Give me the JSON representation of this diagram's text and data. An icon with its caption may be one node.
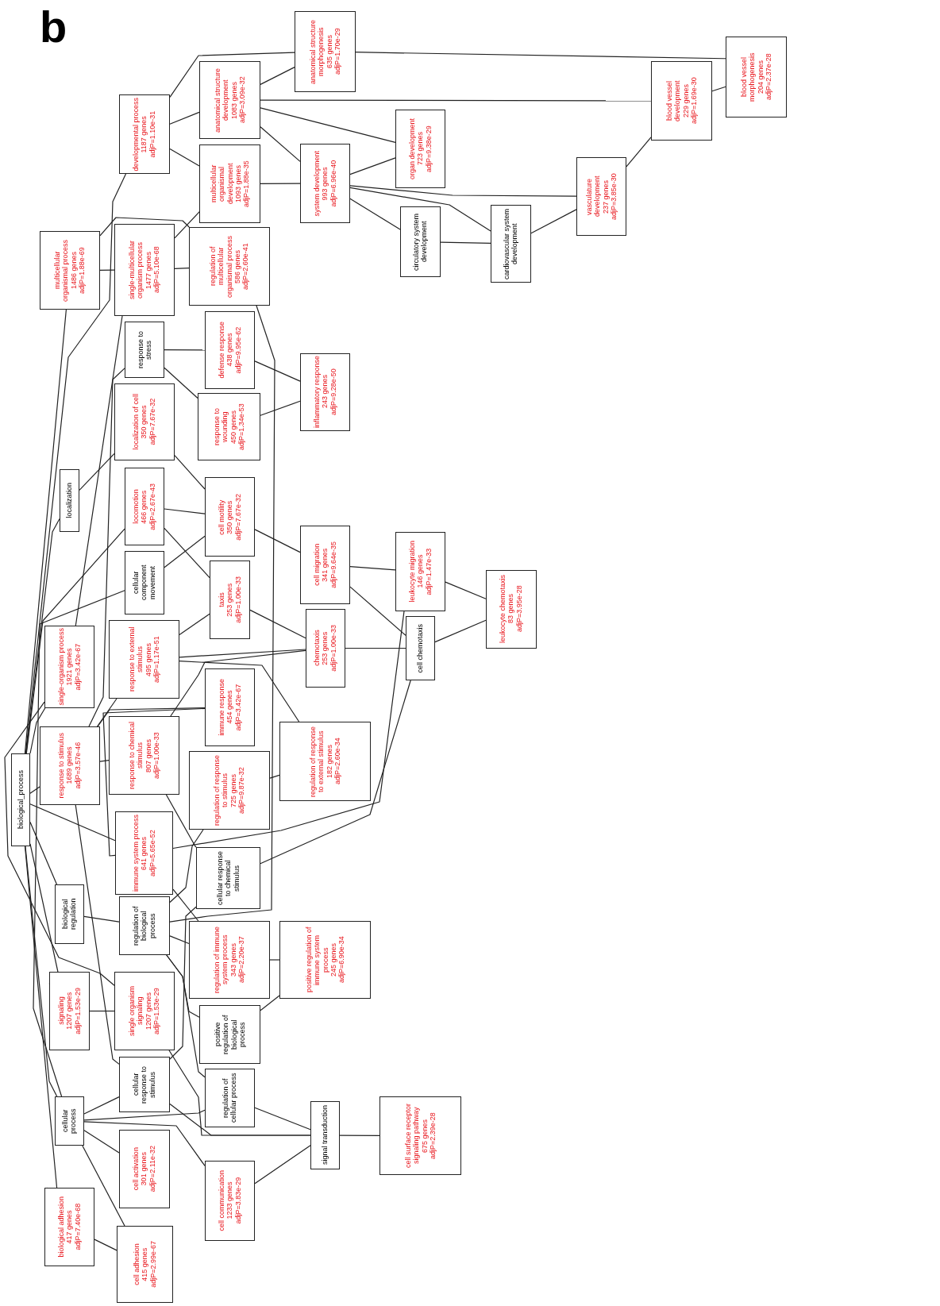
{
  "diagram": {
    "nodes": [
      {
        "text": [
          "developmental process",
          "1187 genes",
          "adjP=1.10e-31"
        ]
      },
      {
        "text": [
          "anatomical structure development",
          "1083 genes",
          "adjP=3.09e-32"
        ]
      },
      {
        "text": [
          "anatomical structure morphogenesis",
          "635 genes",
          "adjP=1.70e-29"
        ]
      },
      {
        "text": [
          "blood vessel morphogenesis",
          "204 genes",
          "adjP=2.37e-28"
        ]
      },
      {
        "text": [
          "blood vessel development",
          "229 genes",
          "adjP=1.69e-30"
        ]
      },
      {
        "text": [
          "organ development",
          "723 genes",
          "adjP=9.38e-29"
        ]
      },
      {
        "text": [
          "multicellular organismal development",
          "1093 genes",
          "adjP=1.88e-35"
        ]
      },
      {
        "text": [
          "system development",
          "993 genes",
          "adjP=6.96e-40"
        ]
      },
      {
        "text": [
          "vasculature development",
          "237 genes",
          "adjP=3.85e-30"
        ]
      },
      {
        "text": [
          "circulatory system development"
        ]
      },
      {
        "text": [
          "cardiovascular system development"
        ]
      },
      {
        "text": [
          "multicellular organismal process",
          "1486 genes",
          "adjP=1.88e-69"
        ]
      },
      {
        "text": [
          "single-multicellular organism process",
          "1477 genes",
          "adjP=5.10e-68"
        ]
      },
      {
        "text": [
          "regulation of multicellular organismal process",
          "586 genes",
          "adjP=2.60e-41"
        ]
      },
      {
        "text": [
          "response to stress"
        ]
      },
      {
        "text": [
          "defense response",
          "438 genes",
          "adjP=9.95e-62"
        ]
      },
      {
        "text": [
          "inflammatory response",
          "243 genes",
          "adjP=9.28e-50"
        ]
      },
      {
        "text": [
          "localization of cell",
          "350 genes",
          "adjP=7.67e-32"
        ]
      },
      {
        "text": [
          "response to wounding",
          "450 genes",
          "adjP=1.34e-53"
        ]
      },
      {
        "text": [
          "localization"
        ]
      },
      {
        "text": [
          "locomotion",
          "466 genes",
          "adjP=2.67e-43"
        ]
      },
      {
        "text": [
          "cell motility",
          "350 genes",
          "adjP=7.67e-32"
        ]
      },
      {
        "text": [
          "cell migration",
          "341 genes",
          "adjP=9.64e-35"
        ]
      },
      {
        "text": [
          "leukocyte migration",
          "146 genes",
          "adjP=1.47e-33"
        ]
      },
      {
        "text": [
          "cellular component movement"
        ]
      },
      {
        "text": [
          "taxis",
          "253 genes",
          "adjP=1.00e-33"
        ]
      },
      {
        "text": [
          "leukocyte chemotaxis",
          "83 genes",
          "adjP=3.95e-28"
        ]
      },
      {
        "text": [
          "chemotaxis",
          "253 genes",
          "adjP=1.00e-33"
        ]
      },
      {
        "text": [
          "cell chemotaxis"
        ]
      },
      {
        "text": [
          "single-organism process",
          "1921 genes",
          "adjP=3.42e-67"
        ]
      },
      {
        "text": [
          "response to external stimulus",
          "495 genes",
          "adjP=1.17e-51"
        ]
      },
      {
        "text": [
          "immune response",
          "454 genes",
          "adjP=3.42e-67"
        ]
      },
      {
        "text": [
          "response to stimulus",
          "1689 genes",
          "adjP=3.57e-46"
        ]
      },
      {
        "text": [
          "response to chemical stimulus",
          "807 genes",
          "adjP=1.00e-33"
        ]
      },
      {
        "text": [
          "regulation of response to external stimulus",
          "182 genes",
          "adjP=2.60e-34"
        ]
      },
      {
        "text": [
          "regulation of response to stimulus",
          "725 genes",
          "adjP=9.87e-32"
        ]
      },
      {
        "text": [
          "biological_process"
        ]
      },
      {
        "text": [
          "immune system process",
          "641 genes",
          "adjP=5.65e-52"
        ]
      },
      {
        "text": [
          "cellular response to chemical stimulus"
        ]
      },
      {
        "text": [
          "biological regulation"
        ]
      },
      {
        "text": [
          "regulation of biological process"
        ]
      },
      {
        "text": [
          "regulation of immune system process",
          "343 genes",
          "adjP=2.20e-37"
        ]
      },
      {
        "text": [
          "positive regulation of immune system process",
          "245 genes",
          "adjP=6.90e-34"
        ]
      },
      {
        "text": [
          "signaling",
          "1207 genes",
          "adjP=1.53e-29"
        ]
      },
      {
        "text": [
          "single organism signaling",
          "1207 genes",
          "adjP=1.53e-29"
        ]
      },
      {
        "text": [
          "positive regulation of biological process"
        ]
      },
      {
        "text": [
          "cellular response to stimulus"
        ]
      },
      {
        "text": [
          "cellular process"
        ]
      },
      {
        "text": [
          "regulation of cellular process"
        ]
      },
      {
        "text": [
          "signal transduction"
        ]
      },
      {
        "text": [
          "cell surface receptor signaling pathway",
          "675 genes",
          "adjP=2.39e-28"
        ]
      },
      {
        "text": [
          "cell activation",
          "301 genes",
          "adjP=2.11e-32"
        ]
      },
      {
        "text": [
          "cell communication",
          "1233 genes",
          "adjP=3.83e-29"
        ]
      },
      {
        "text": [
          "biological adhesion",
          "417 genes",
          "adjP=7.40e-68"
        ]
      },
      {
        "text": [
          "cell adhesion",
          "415 genes",
          "adjP=2.99e-67"
        ]
      }
    ],
    "edges": [
      {
        "from": 36,
        "to": 11,
        "arrow": "none"
      },
      {
        "from": 36,
        "to": 0,
        "arrow": "none"
      },
      {
        "from": 36,
        "to": 29,
        "arrow": "none"
      },
      {
        "from": 36,
        "to": 19,
        "arrow": "none"
      },
      {
        "from": 36,
        "to": 32,
        "arrow": "none"
      },
      {
        "from": 36,
        "to": 39,
        "arrow": "none"
      },
      {
        "from": 36,
        "to": 43,
        "arrow": "none"
      },
      {
        "from": 36,
        "to": 47,
        "arrow": "none"
      },
      {
        "from": 36,
        "to": 53,
        "arrow": "none"
      },
      {
        "from": 36,
        "to": 37,
        "arrow": "none"
      },
      {
        "from": 36,
        "to": 20,
        "arrow": "none"
      },
      {
        "from": 0,
        "to": 1,
        "arrow": "none"
      },
      {
        "from": 0,
        "to": 6,
        "arrow": "none"
      },
      {
        "from": 0,
        "to": 2,
        "arrow": "none"
      },
      {
        "from": 1,
        "to": 2,
        "arrow": "none"
      },
      {
        "from": 1,
        "to": 7,
        "arrow": "none"
      },
      {
        "from": 1,
        "to": 5,
        "arrow": "none"
      },
      {
        "from": 1,
        "to": 4,
        "arrow": "none"
      },
      {
        "from": 2,
        "to": 3,
        "arrow": "none"
      },
      {
        "from": 6,
        "to": 7,
        "arrow": "none"
      },
      {
        "from": 12,
        "to": 6,
        "arrow": "none"
      },
      {
        "from": 11,
        "to": 12,
        "arrow": "none"
      },
      {
        "from": 11,
        "to": 13,
        "arrow": "none"
      },
      {
        "from": 12,
        "to": 13,
        "arrow": "none"
      },
      {
        "from": 7,
        "to": 5,
        "arrow": "none"
      },
      {
        "from": 7,
        "to": 9,
        "arrow": "none"
      },
      {
        "from": 7,
        "to": 10,
        "arrow": "none"
      },
      {
        "from": 7,
        "to": 8,
        "arrow": "none"
      },
      {
        "from": 9,
        "to": 10,
        "arrow": "none"
      },
      {
        "from": 10,
        "to": 8,
        "arrow": "none"
      },
      {
        "from": 8,
        "to": 4,
        "arrow": "none"
      },
      {
        "from": 4,
        "to": 3,
        "arrow": "none"
      },
      {
        "from": 14,
        "to": 15,
        "arrow": "none"
      },
      {
        "from": 14,
        "to": 18,
        "arrow": "none"
      },
      {
        "from": 15,
        "to": 16,
        "arrow": "none"
      },
      {
        "from": 18,
        "to": 16,
        "arrow": "none"
      },
      {
        "from": 19,
        "to": 17,
        "arrow": "none"
      },
      {
        "from": 17,
        "to": 21,
        "arrow": "none"
      },
      {
        "from": 20,
        "to": 21,
        "arrow": "none"
      },
      {
        "from": 20,
        "to": 25,
        "arrow": "none"
      },
      {
        "from": 24,
        "to": 21,
        "arrow": "none"
      },
      {
        "from": 21,
        "to": 22,
        "arrow": "none"
      },
      {
        "from": 22,
        "to": 23,
        "arrow": "none"
      },
      {
        "from": 22,
        "to": 28,
        "arrow": "none"
      },
      {
        "from": 25,
        "to": 27,
        "arrow": "none"
      },
      {
        "from": 27,
        "to": 28,
        "arrow": "none"
      },
      {
        "from": 23,
        "to": 26,
        "arrow": "none"
      },
      {
        "from": 28,
        "to": 26,
        "arrow": "none"
      },
      {
        "from": 30,
        "to": 25,
        "arrow": "none"
      },
      {
        "from": 30,
        "to": 27,
        "arrow": "none"
      },
      {
        "from": 30,
        "to": 34,
        "arrow": "none"
      },
      {
        "from": 33,
        "to": 27,
        "arrow": "none"
      },
      {
        "from": 31,
        "to": 37,
        "arrow": "none"
      },
      {
        "from": 32,
        "to": 31,
        "arrow": "none"
      },
      {
        "from": 32,
        "to": 30,
        "arrow": "none"
      },
      {
        "from": 32,
        "to": 33,
        "arrow": "none"
      },
      {
        "from": 32,
        "to": 14,
        "arrow": "none"
      },
      {
        "from": 47,
        "to": 24,
        "arrow": "none"
      },
      {
        "from": 35,
        "to": 34,
        "arrow": "none"
      },
      {
        "from": 40,
        "to": 35,
        "arrow": "none"
      },
      {
        "from": 28,
        "to": 38,
        "arrow": "none"
      },
      {
        "from": 37,
        "to": 23,
        "arrow": "none"
      },
      {
        "from": 33,
        "to": 38,
        "arrow": "none"
      },
      {
        "from": 46,
        "to": 38,
        "arrow": "none"
      },
      {
        "from": 39,
        "to": 40,
        "arrow": "none"
      },
      {
        "from": 40,
        "to": 41,
        "arrow": "none"
      },
      {
        "from": 40,
        "to": 13,
        "arrow": "none"
      },
      {
        "from": 40,
        "to": 45,
        "arrow": "none"
      },
      {
        "from": 40,
        "to": 48,
        "arrow": "none"
      },
      {
        "from": 41,
        "to": 42,
        "arrow": "none"
      },
      {
        "from": 45,
        "to": 42,
        "arrow": "none"
      },
      {
        "from": 37,
        "to": 41,
        "arrow": "none"
      },
      {
        "from": 43,
        "to": 44,
        "arrow": "none"
      },
      {
        "from": 44,
        "to": 49,
        "arrow": "none"
      },
      {
        "from": 47,
        "to": 46,
        "arrow": "none"
      },
      {
        "from": 47,
        "to": 48,
        "arrow": "none"
      },
      {
        "from": 47,
        "to": 51,
        "arrow": "none"
      },
      {
        "from": 47,
        "to": 52,
        "arrow": "none"
      },
      {
        "from": 47,
        "to": 54,
        "arrow": "none"
      },
      {
        "from": 53,
        "to": 54,
        "arrow": "none"
      },
      {
        "from": 52,
        "to": 49,
        "arrow": "none"
      },
      {
        "from": 48,
        "to": 49,
        "arrow": "none"
      },
      {
        "from": 46,
        "to": 49,
        "arrow": "none"
      },
      {
        "from": 49,
        "to": 50,
        "arrow": "none"
      },
      {
        "from": 32,
        "to": 46,
        "arrow": "none"
      },
      {
        "from": 29,
        "to": 12,
        "arrow": "none"
      },
      {
        "from": 29,
        "to": 44,
        "arrow": "none"
      }
    ],
    "labels": [
      "b"
    ]
  }
}
